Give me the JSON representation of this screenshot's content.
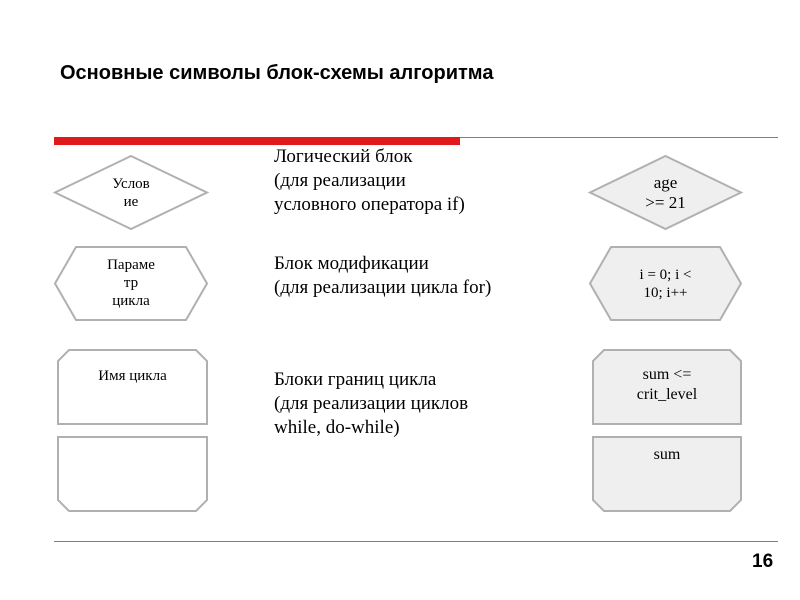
{
  "slide": {
    "title": "Основные символы блок-схемы алгоритма",
    "page_number": "16"
  },
  "colors": {
    "accent_red": "#e01a1a",
    "line_red": "#e0564b",
    "shape_stroke": "#b0b0b0",
    "example_fill": "#efefef"
  },
  "left_shapes": {
    "decision": {
      "line1": "Услов",
      "line2": "ие"
    },
    "modification": {
      "line1": "Параме",
      "line2": "тр",
      "line3": "цикла"
    },
    "loop_start": {
      "label": "Имя цикла"
    },
    "loop_end": {
      "label": ""
    }
  },
  "descriptions": {
    "logical": {
      "line1": "Логический блок",
      "line2": "(для реализации",
      "line3": "условного оператора if)"
    },
    "modification": {
      "line1": "Блок модификации",
      "line2": "(для реализации цикла for)"
    },
    "loop_bounds": {
      "line1": "Блоки границ цикла",
      "line2": "(для реализации циклов",
      "line3": "while, do-while)"
    }
  },
  "right_shapes": {
    "decision": {
      "line1": "age",
      "line2": ">= 21"
    },
    "modification": {
      "line1": "i = 0; i <",
      "line2": "10; i++"
    },
    "loop_start": {
      "line1": "sum <=",
      "line2": "crit_level"
    },
    "loop_end": {
      "label": "sum"
    }
  }
}
